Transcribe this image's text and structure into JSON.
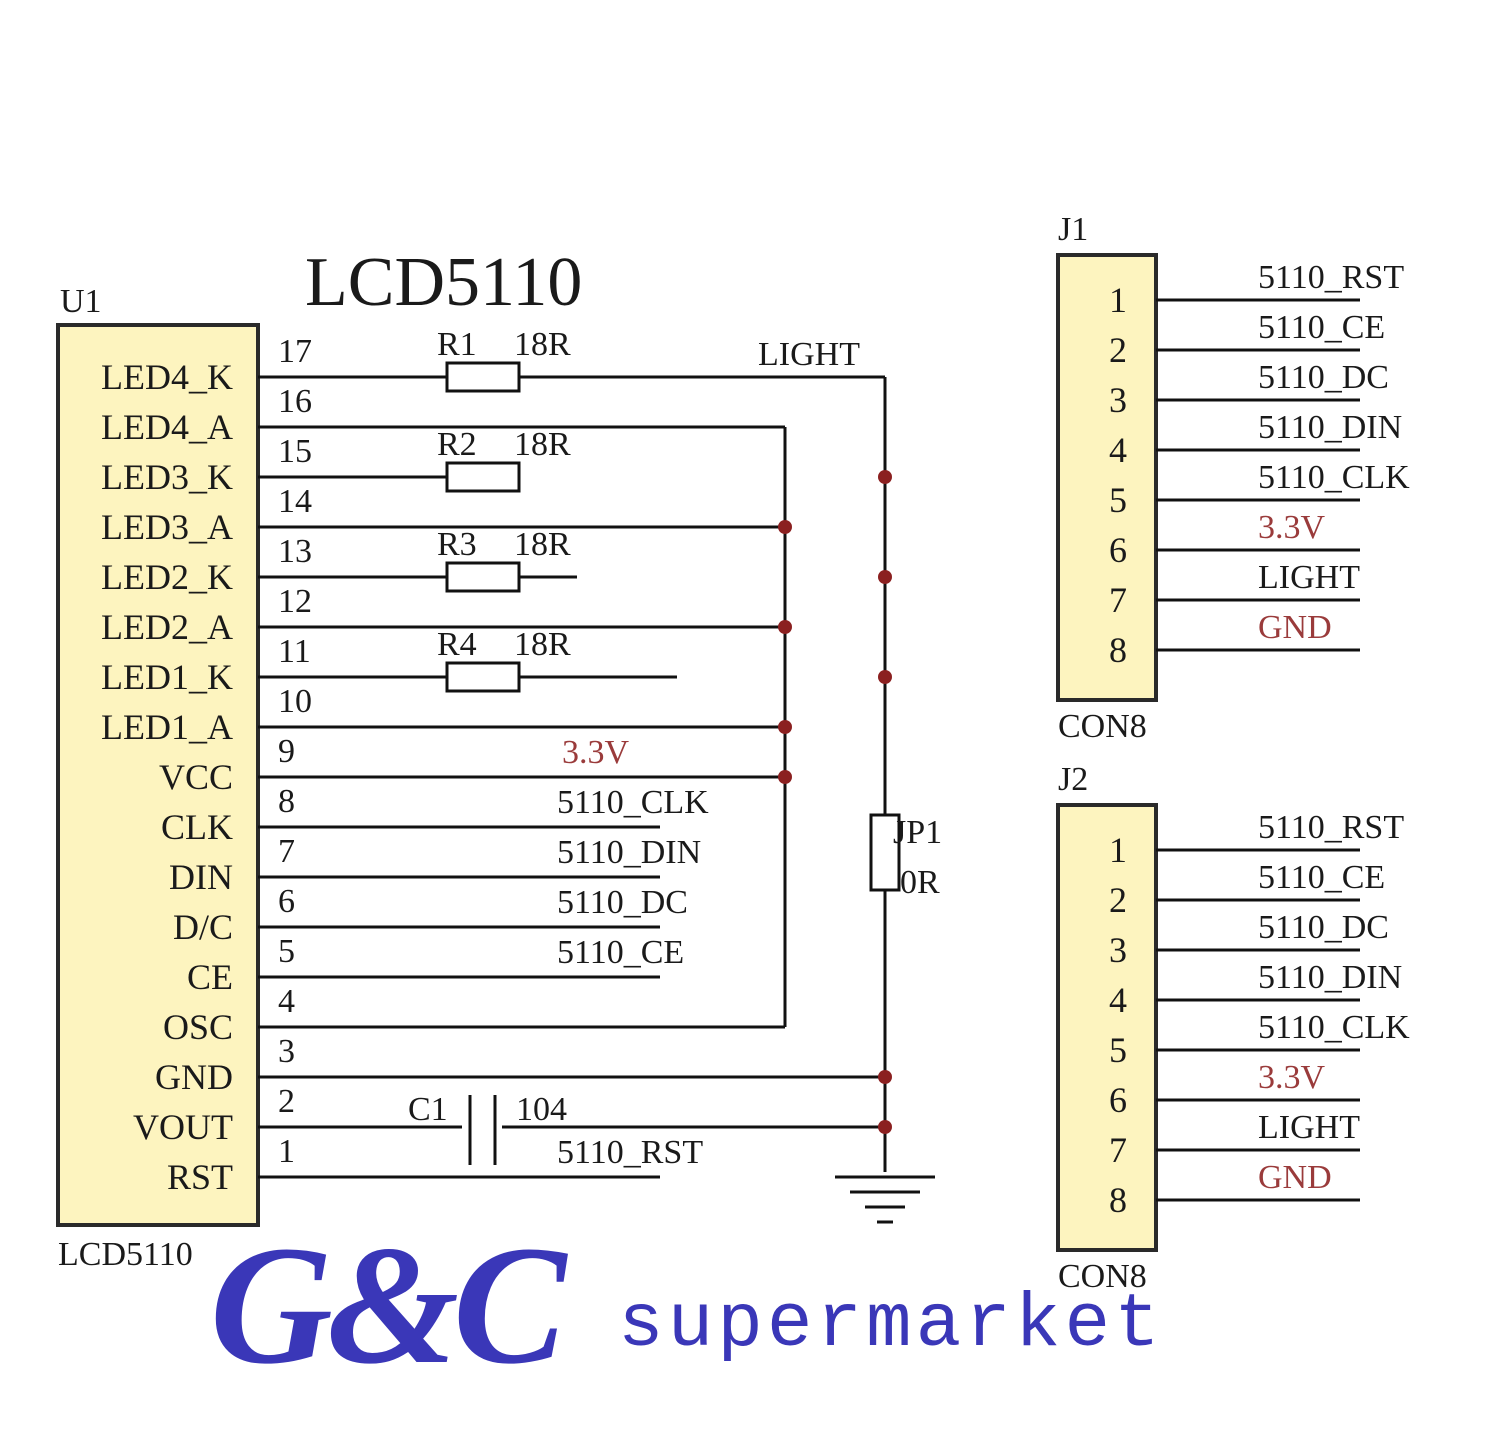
{
  "title": "LCD5110",
  "u1": {
    "ref": "U1",
    "value": "LCD5110",
    "pins": [
      {
        "name": "LED4_K",
        "num": "17"
      },
      {
        "name": "LED4_A",
        "num": "16"
      },
      {
        "name": "LED3_K",
        "num": "15"
      },
      {
        "name": "LED3_A",
        "num": "14"
      },
      {
        "name": "LED2_K",
        "num": "13"
      },
      {
        "name": "LED2_A",
        "num": "12"
      },
      {
        "name": "LED1_K",
        "num": "11"
      },
      {
        "name": "LED1_A",
        "num": "10"
      },
      {
        "name": "VCC",
        "num": "9"
      },
      {
        "name": "CLK",
        "num": "8"
      },
      {
        "name": "DIN",
        "num": "7"
      },
      {
        "name": "D/C",
        "num": "6"
      },
      {
        "name": "CE",
        "num": "5"
      },
      {
        "name": "OSC",
        "num": "4"
      },
      {
        "name": "GND",
        "num": "3"
      },
      {
        "name": "VOUT",
        "num": "2"
      },
      {
        "name": "RST",
        "num": "1"
      }
    ]
  },
  "resistors": [
    {
      "ref": "R1",
      "value": "18R"
    },
    {
      "ref": "R2",
      "value": "18R"
    },
    {
      "ref": "R3",
      "value": "18R"
    },
    {
      "ref": "R4",
      "value": "18R"
    }
  ],
  "nets": {
    "light": "LIGHT",
    "vcc": "3.3V",
    "clk": "5110_CLK",
    "din": "5110_DIN",
    "dc": "5110_DC",
    "ce": "5110_CE",
    "rst": "5110_RST"
  },
  "capacitor": {
    "ref": "C1",
    "value": "104"
  },
  "jumper": {
    "ref": "JP1",
    "value": "0R"
  },
  "connectors": [
    {
      "ref": "J1",
      "value": "CON8",
      "pins": [
        "1",
        "2",
        "3",
        "4",
        "5",
        "6",
        "7",
        "8"
      ],
      "nets": [
        "5110_RST",
        "5110_CE",
        "5110_DC",
        "5110_DIN",
        "5110_CLK",
        "3.3V",
        "LIGHT",
        "GND"
      ]
    },
    {
      "ref": "J2",
      "value": "CON8",
      "pins": [
        "1",
        "2",
        "3",
        "4",
        "5",
        "6",
        "7",
        "8"
      ],
      "nets": [
        "5110_RST",
        "5110_CE",
        "5110_DC",
        "5110_DIN",
        "5110_CLK",
        "3.3V",
        "LIGHT",
        "GND"
      ]
    }
  ],
  "brand": {
    "logo": "G&C",
    "tagline": "supermarket"
  },
  "colors": {
    "box_fill": "#fdf4bf",
    "net_red": "#9a3b3b",
    "junction": "#8b2020",
    "brand": "#3a37b8"
  }
}
